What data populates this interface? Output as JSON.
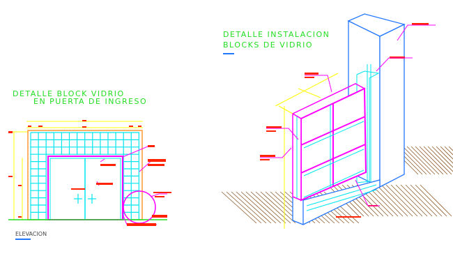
{
  "left_detail": {
    "title_line1": "DETALLE BLOCK VIDRIO",
    "title_line2": "EN PUERTA DE INGRESO",
    "view_label": "ELEVACION"
  },
  "right_detail": {
    "title_line1": "DETALLE INSTALACION",
    "title_line2": "BLOCKS DE VIDRIO"
  },
  "colors": {
    "title": "#22dd22",
    "glass_block": "#00e5ee",
    "frame": "#ff9933",
    "door": "#ff00ff",
    "dimension": "#ffff00",
    "label": "#ff2200",
    "wall": "#2277ff",
    "ground_hatch": "#8b5a2b"
  }
}
